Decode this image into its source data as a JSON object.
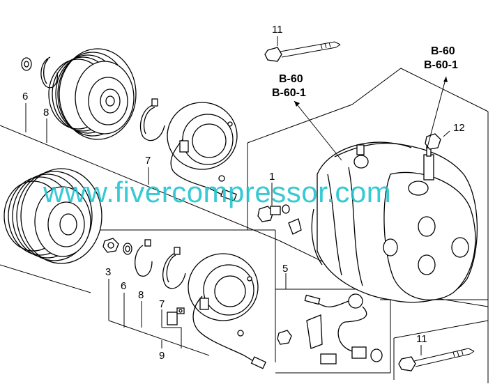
{
  "callouts": {
    "c11_top": "11",
    "c12": "12",
    "c1": "1",
    "c5": "5",
    "c11_bottom": "11",
    "c6_top": "6",
    "c8_top": "8",
    "c7_top": "7",
    "c3": "3",
    "c6_bottom": "6",
    "c8_bottom": "8",
    "c7_bottom": "7",
    "c9": "9"
  },
  "refs": {
    "left_a": "B-60",
    "left_b": "B-60-1",
    "right_a": "B-60",
    "right_b": "B-60-1"
  },
  "watermark": "www.fivercompressor.com",
  "colors": {
    "watermark": "#22c4d0",
    "line": "#000000",
    "background": "#ffffff"
  }
}
